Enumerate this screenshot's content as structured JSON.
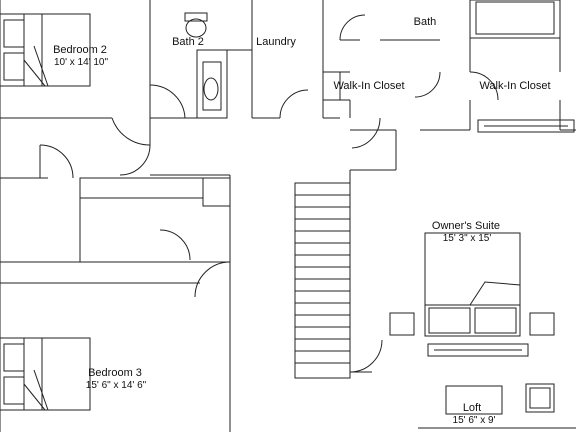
{
  "colors": {
    "background": "#ffffff",
    "line": "#222222"
  },
  "rooms": [
    {
      "key": "bedroom_2",
      "label": "Bedroom 2",
      "dimensions": "10' x 14' 10\""
    },
    {
      "key": "bath_2",
      "label": "Bath 2"
    },
    {
      "key": "laundry",
      "label": "Laundry"
    },
    {
      "key": "bath",
      "label": "Bath"
    },
    {
      "key": "walk_in_closet_left",
      "label": "Walk-In Closet"
    },
    {
      "key": "walk_in_closet_right",
      "label": "Walk-In Closet"
    },
    {
      "key": "owners_suite",
      "label": "Owner's Suite",
      "dimensions": "15' 3\" x 15'"
    },
    {
      "key": "bedroom_3",
      "label": "Bedroom 3",
      "dimensions": "15' 6\" x 14' 6\""
    },
    {
      "key": "loft",
      "label": "Loft",
      "dimensions": "15' 6\" x 9'"
    }
  ]
}
